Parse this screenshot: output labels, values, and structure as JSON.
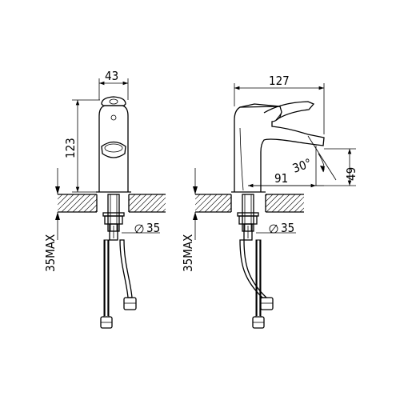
{
  "dimensions": {
    "front_width": "43",
    "front_height": "123",
    "front_max": "35MAX",
    "front_hole": "35",
    "side_length": "127",
    "side_angle": "30°",
    "side_reach": "91",
    "side_height": "49",
    "side_max": "35MAX",
    "side_hole": "35"
  },
  "symbols": {
    "diameter": "∅"
  }
}
